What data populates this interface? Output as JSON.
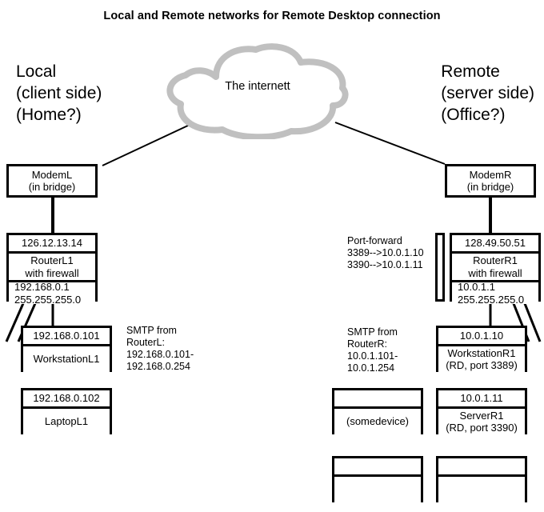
{
  "title": "Local and Remote networks for Remote Desktop connection",
  "cloud": {
    "label": "The internett"
  },
  "captions": {
    "local": {
      "line1": "Local",
      "line2": "(client side)",
      "line3": "(Home?)"
    },
    "remote": {
      "line1": "Remote",
      "line2": "(server side)",
      "line3": "(Office?)"
    }
  },
  "nodes": {
    "modem_left": {
      "line1": "ModemL",
      "line2": "(in bridge)"
    },
    "modem_right": {
      "line1": "ModemR",
      "line2": "(in bridge)"
    },
    "router_left": {
      "wan_ip": "126.12.13.14",
      "name": "RouterL1",
      "feature": "with firewall",
      "lan_ip": "192.168.0.1",
      "netmask": "255.255.255.0"
    },
    "router_right": {
      "wan_ip": "128.49.50.51",
      "name": "RouterR1",
      "feature": "with firewall",
      "lan_ip": "10.0.1.1",
      "netmask": "255.255.255.0"
    },
    "workstation_left": {
      "ip": "192.168.0.101",
      "name": "WorkstationL1"
    },
    "laptop_left": {
      "ip": "192.168.0.102",
      "name": "LaptopL1"
    },
    "workstation_right": {
      "ip": "10.0.1.10",
      "name": "WorkstationR1",
      "detail": "(RD, port 3389)"
    },
    "server_right": {
      "ip": "10.0.1.11",
      "name": "ServerR1",
      "detail": "(RD, port 3390)"
    },
    "somedevice": {
      "ip": "",
      "name": "(somedevice)"
    },
    "empty_left": {
      "ip": "",
      "name": ""
    },
    "empty_right": {
      "ip": "",
      "name": ""
    }
  },
  "annotations": {
    "port_forward": {
      "line1": "Port-forward",
      "line2": "3389-->10.0.1.10",
      "line3": "3390-->10.0.1.11"
    },
    "smtp_left": {
      "line1": "SMTP from",
      "line2": "RouterL:",
      "line3": "192.168.0.101-",
      "line4": "192.168.0.254"
    },
    "smtp_right": {
      "line1": "SMTP from",
      "line2": "RouterR:",
      "line3": "10.0.1.101-",
      "line4": "10.0.1.254"
    }
  },
  "colors": {
    "line": "#000000",
    "cloud_outline": "#c0c0c0",
    "background": "#ffffff"
  }
}
